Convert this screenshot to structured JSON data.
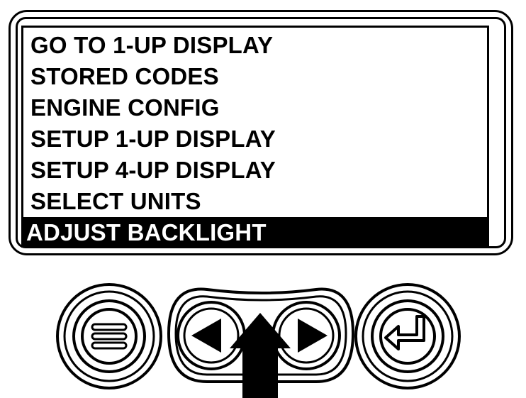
{
  "menu": {
    "items": [
      {
        "label": "GO TO 1-UP DISPLAY"
      },
      {
        "label": "STORED CODES"
      },
      {
        "label": "ENGINE CONFIG"
      },
      {
        "label": "SETUP 1-UP DISPLAY"
      },
      {
        "label": "SETUP 4-UP DISPLAY"
      },
      {
        "label": "SELECT UNITS"
      },
      {
        "label": "ADJUST BACKLIGHT"
      }
    ],
    "selected_index": 6
  },
  "buttons": {
    "menu": {
      "icon": "menu-icon"
    },
    "left": {
      "icon": "arrow-left-icon"
    },
    "right": {
      "icon": "arrow-right-icon"
    },
    "enter": {
      "icon": "enter-icon"
    }
  },
  "indicator": {
    "icon": "arrow-up-icon"
  },
  "colors": {
    "ink": "#000000",
    "paper": "#ffffff"
  }
}
